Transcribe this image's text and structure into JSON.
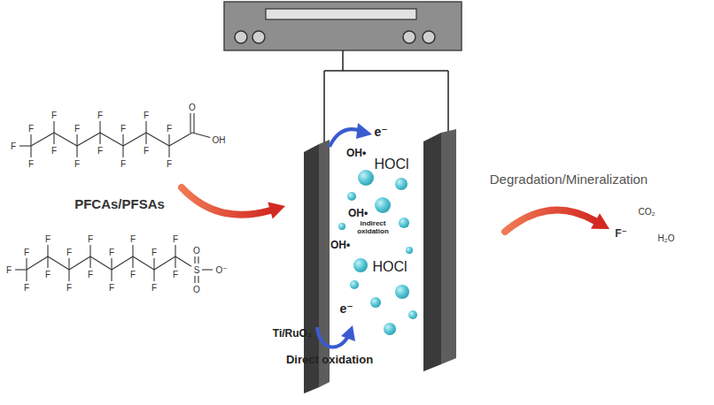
{
  "diagram": {
    "labels": [
      "PFCAs/PFSAs",
      "e⁻",
      "OH•",
      "HOCl",
      "OH•",
      "indirect oxidation",
      "OH•",
      "HOCl",
      "e⁻",
      "Ti/RuO₂",
      "Direct oxidation",
      "Degradation/Mineralization",
      "CO₂",
      "F⁻",
      "H₂O",
      "O",
      "OH",
      "F",
      "F",
      "F",
      "F",
      "F",
      "F",
      "F",
      "F",
      "F",
      "F",
      "F",
      "F",
      "F",
      "F",
      "F",
      "S",
      "O",
      "O",
      "O⁻",
      "F",
      "F",
      "F",
      "F",
      "F",
      "F",
      "F",
      "F",
      "F",
      "F",
      "F",
      "F",
      "F",
      "F",
      "F",
      "F",
      "F"
    ]
  }
}
